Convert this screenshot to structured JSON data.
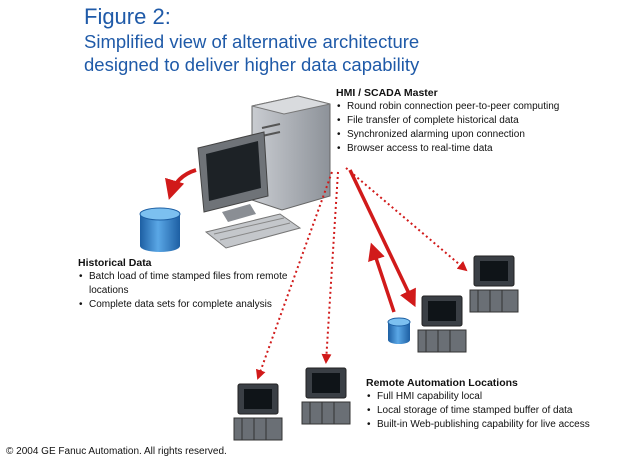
{
  "figure": {
    "number": "Figure 2:",
    "caption_line1": "Simplified view of alternative architecture",
    "caption_line2": "designed to deliver higher data capability"
  },
  "hmi_master": {
    "title": "HMI / SCADA Master",
    "bullets": [
      "Round robin connection peer-to-peer computing",
      "File transfer of complete historical data",
      "Synchronized alarming upon connection",
      "Browser access to real-time data"
    ]
  },
  "historical_data": {
    "title": "Historical Data",
    "bullets": [
      "Batch load of time stamped files from remote locations",
      "Complete data sets for complete analysis"
    ]
  },
  "remote_locations": {
    "title": "Remote Automation Locations",
    "bullets": [
      "Full HMI capability local",
      "Local storage of time stamped buffer of data",
      "Built-in Web-publishing capability for live access"
    ]
  },
  "copyright": "© 2004 GE Fanuc Automation. All rights reserved.",
  "colors": {
    "heading_blue": "#1f5aa8",
    "arrow_red": "#d11a1a",
    "database_blue": "#2f7fc7"
  }
}
